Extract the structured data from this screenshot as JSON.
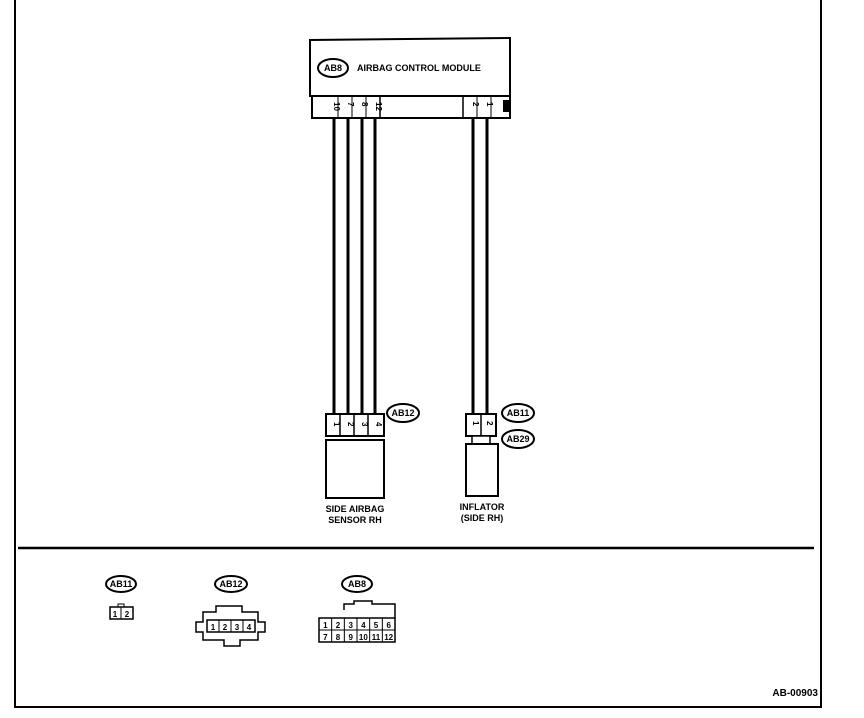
{
  "module": {
    "tag": "AB8",
    "title": "AIRBAG CONTROL MODULE",
    "pins_left": [
      "10",
      "7",
      "8",
      "12"
    ],
    "pins_right": [
      "2",
      "1"
    ]
  },
  "side_sensor": {
    "tag": "AB12",
    "pins": [
      "1",
      "2",
      "3",
      "4"
    ],
    "label_line1": "SIDE AIRBAG",
    "label_line2": "SENSOR RH"
  },
  "inflator": {
    "tag_top": "AB11",
    "tag_bottom": "AB29",
    "pins": [
      "1",
      "2"
    ],
    "label_line1": "INFLATOR",
    "label_line2": "(SIDE RH)"
  },
  "legend": {
    "ab11": {
      "tag": "AB11",
      "pins": [
        "1",
        "2"
      ]
    },
    "ab12": {
      "tag": "AB12",
      "pins": [
        "1",
        "2",
        "3",
        "4"
      ]
    },
    "ab8": {
      "tag": "AB8",
      "row1": [
        "1",
        "2",
        "3",
        "4",
        "5",
        "6"
      ],
      "row2": [
        "7",
        "8",
        "9",
        "10",
        "11",
        "12"
      ]
    }
  },
  "figure_id": "AB-00903"
}
